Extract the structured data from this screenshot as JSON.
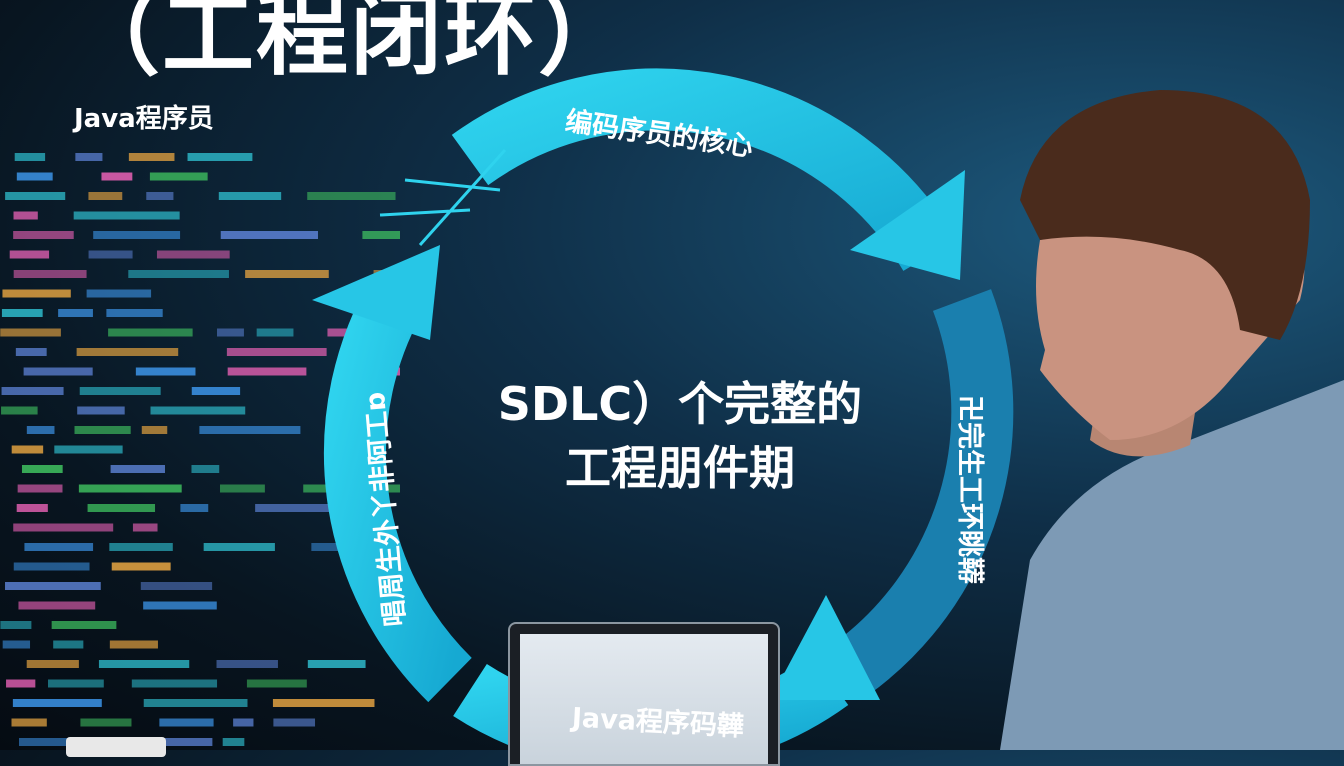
{
  "title": "（工程闭环）",
  "subtitle": "Java程序员",
  "center": {
    "line1": "SDLC）个完整的",
    "line2": "工程朋件期"
  },
  "ring_labels": {
    "top": "编码序员的核心",
    "right": "卍完生工环眺鞯",
    "left": "唱周生外丫非阿工ɒ",
    "bottom": "Java程序码韡"
  },
  "colors": {
    "ring": "#1fc4e4",
    "ring_dark": "#1a7fae",
    "background": "#081520"
  }
}
